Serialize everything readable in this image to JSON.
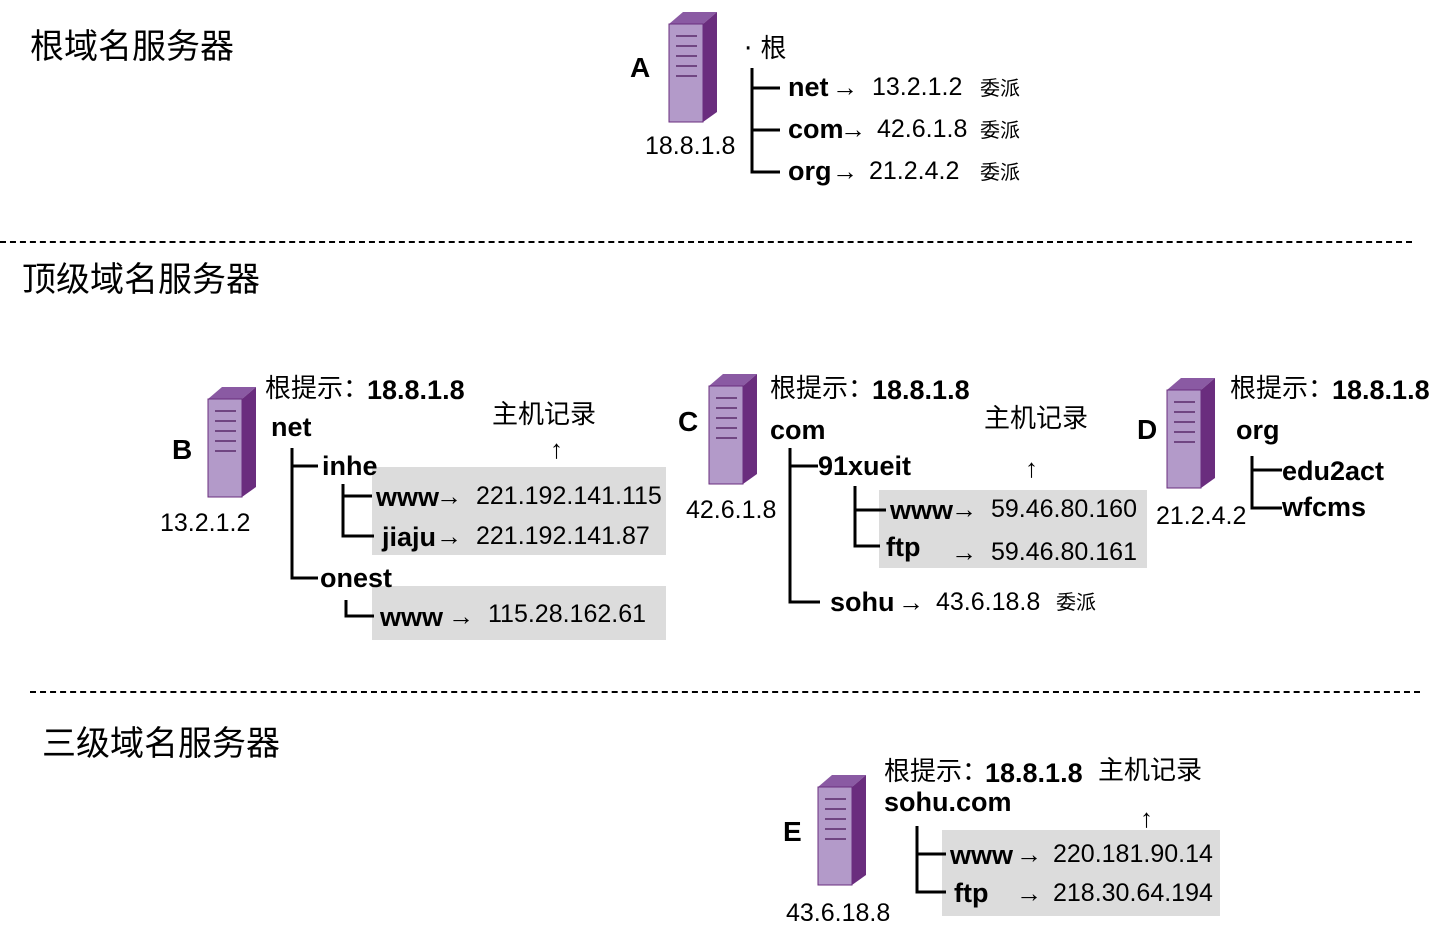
{
  "levels": {
    "root": "根域名服务器",
    "tld": "顶级域名服务器",
    "third": "三级域名服务器"
  },
  "server_a": {
    "label": "A",
    "ip": "18.8.1.8",
    "root_label": "·  根",
    "records": [
      {
        "name": "net",
        "arrow": "→",
        "ip": "13.2.1.2",
        "note": "委派"
      },
      {
        "name": "com",
        "arrow": "→",
        "ip": "42.6.1.8",
        "note": "委派"
      },
      {
        "name": "org",
        "arrow": "→",
        "ip": "21.2.4.2",
        "note": "委派"
      }
    ]
  },
  "server_b": {
    "label": "B",
    "ip": "13.2.1.2",
    "hint_label": "根提示：",
    "hint_ip": "18.8.1.8",
    "zone": "net",
    "host_record_label": "主机记录",
    "up_arrow": "↑",
    "children": [
      {
        "name": "inhe",
        "records": [
          {
            "name": "www",
            "arrow": "→",
            "ip": "221.192.141.115"
          },
          {
            "name": "jiaju",
            "arrow": "→",
            "ip": "221.192.141.87"
          }
        ]
      },
      {
        "name": "onest",
        "records": [
          {
            "name": "www",
            "arrow": "→",
            "ip": "115.28.162.61"
          }
        ]
      }
    ]
  },
  "server_c": {
    "label": "C",
    "ip": "42.6.1.8",
    "hint_label": "根提示：",
    "hint_ip": "18.8.1.8",
    "zone": "com",
    "host_record_label": "主机记录",
    "up_arrow": "↑",
    "child": {
      "name": "91xueit",
      "records": [
        {
          "name": "www",
          "arrow": "→",
          "ip": "59.46.80.160"
        },
        {
          "name": "ftp",
          "arrow": "→",
          "ip": "59.46.80.161"
        }
      ]
    },
    "delegation": {
      "name": "sohu",
      "arrow": "→",
      "ip": "43.6.18.8",
      "note": "委派"
    }
  },
  "server_d": {
    "label": "D",
    "ip": "21.2.4.2",
    "hint_label": "根提示：",
    "hint_ip": "18.8.1.8",
    "zone": "org",
    "children": [
      "edu2act",
      "wfcms"
    ]
  },
  "server_e": {
    "label": "E",
    "ip": "43.6.18.8",
    "hint_label": "根提示：",
    "hint_ip": "18.8.1.8",
    "host_record_label": "主机记录",
    "up_arrow": "↑",
    "zone": "sohu.com",
    "records": [
      {
        "name": "www",
        "arrow": "→",
        "ip": "220.181.90.14"
      },
      {
        "name": "ftp",
        "arrow": "→",
        "ip": "218.30.64.194"
      }
    ]
  },
  "colors": {
    "server_front": "#b39ac9",
    "server_side": "#6a2d7e",
    "server_top": "#8a5aa3",
    "record_box": "#dcdcdc"
  }
}
